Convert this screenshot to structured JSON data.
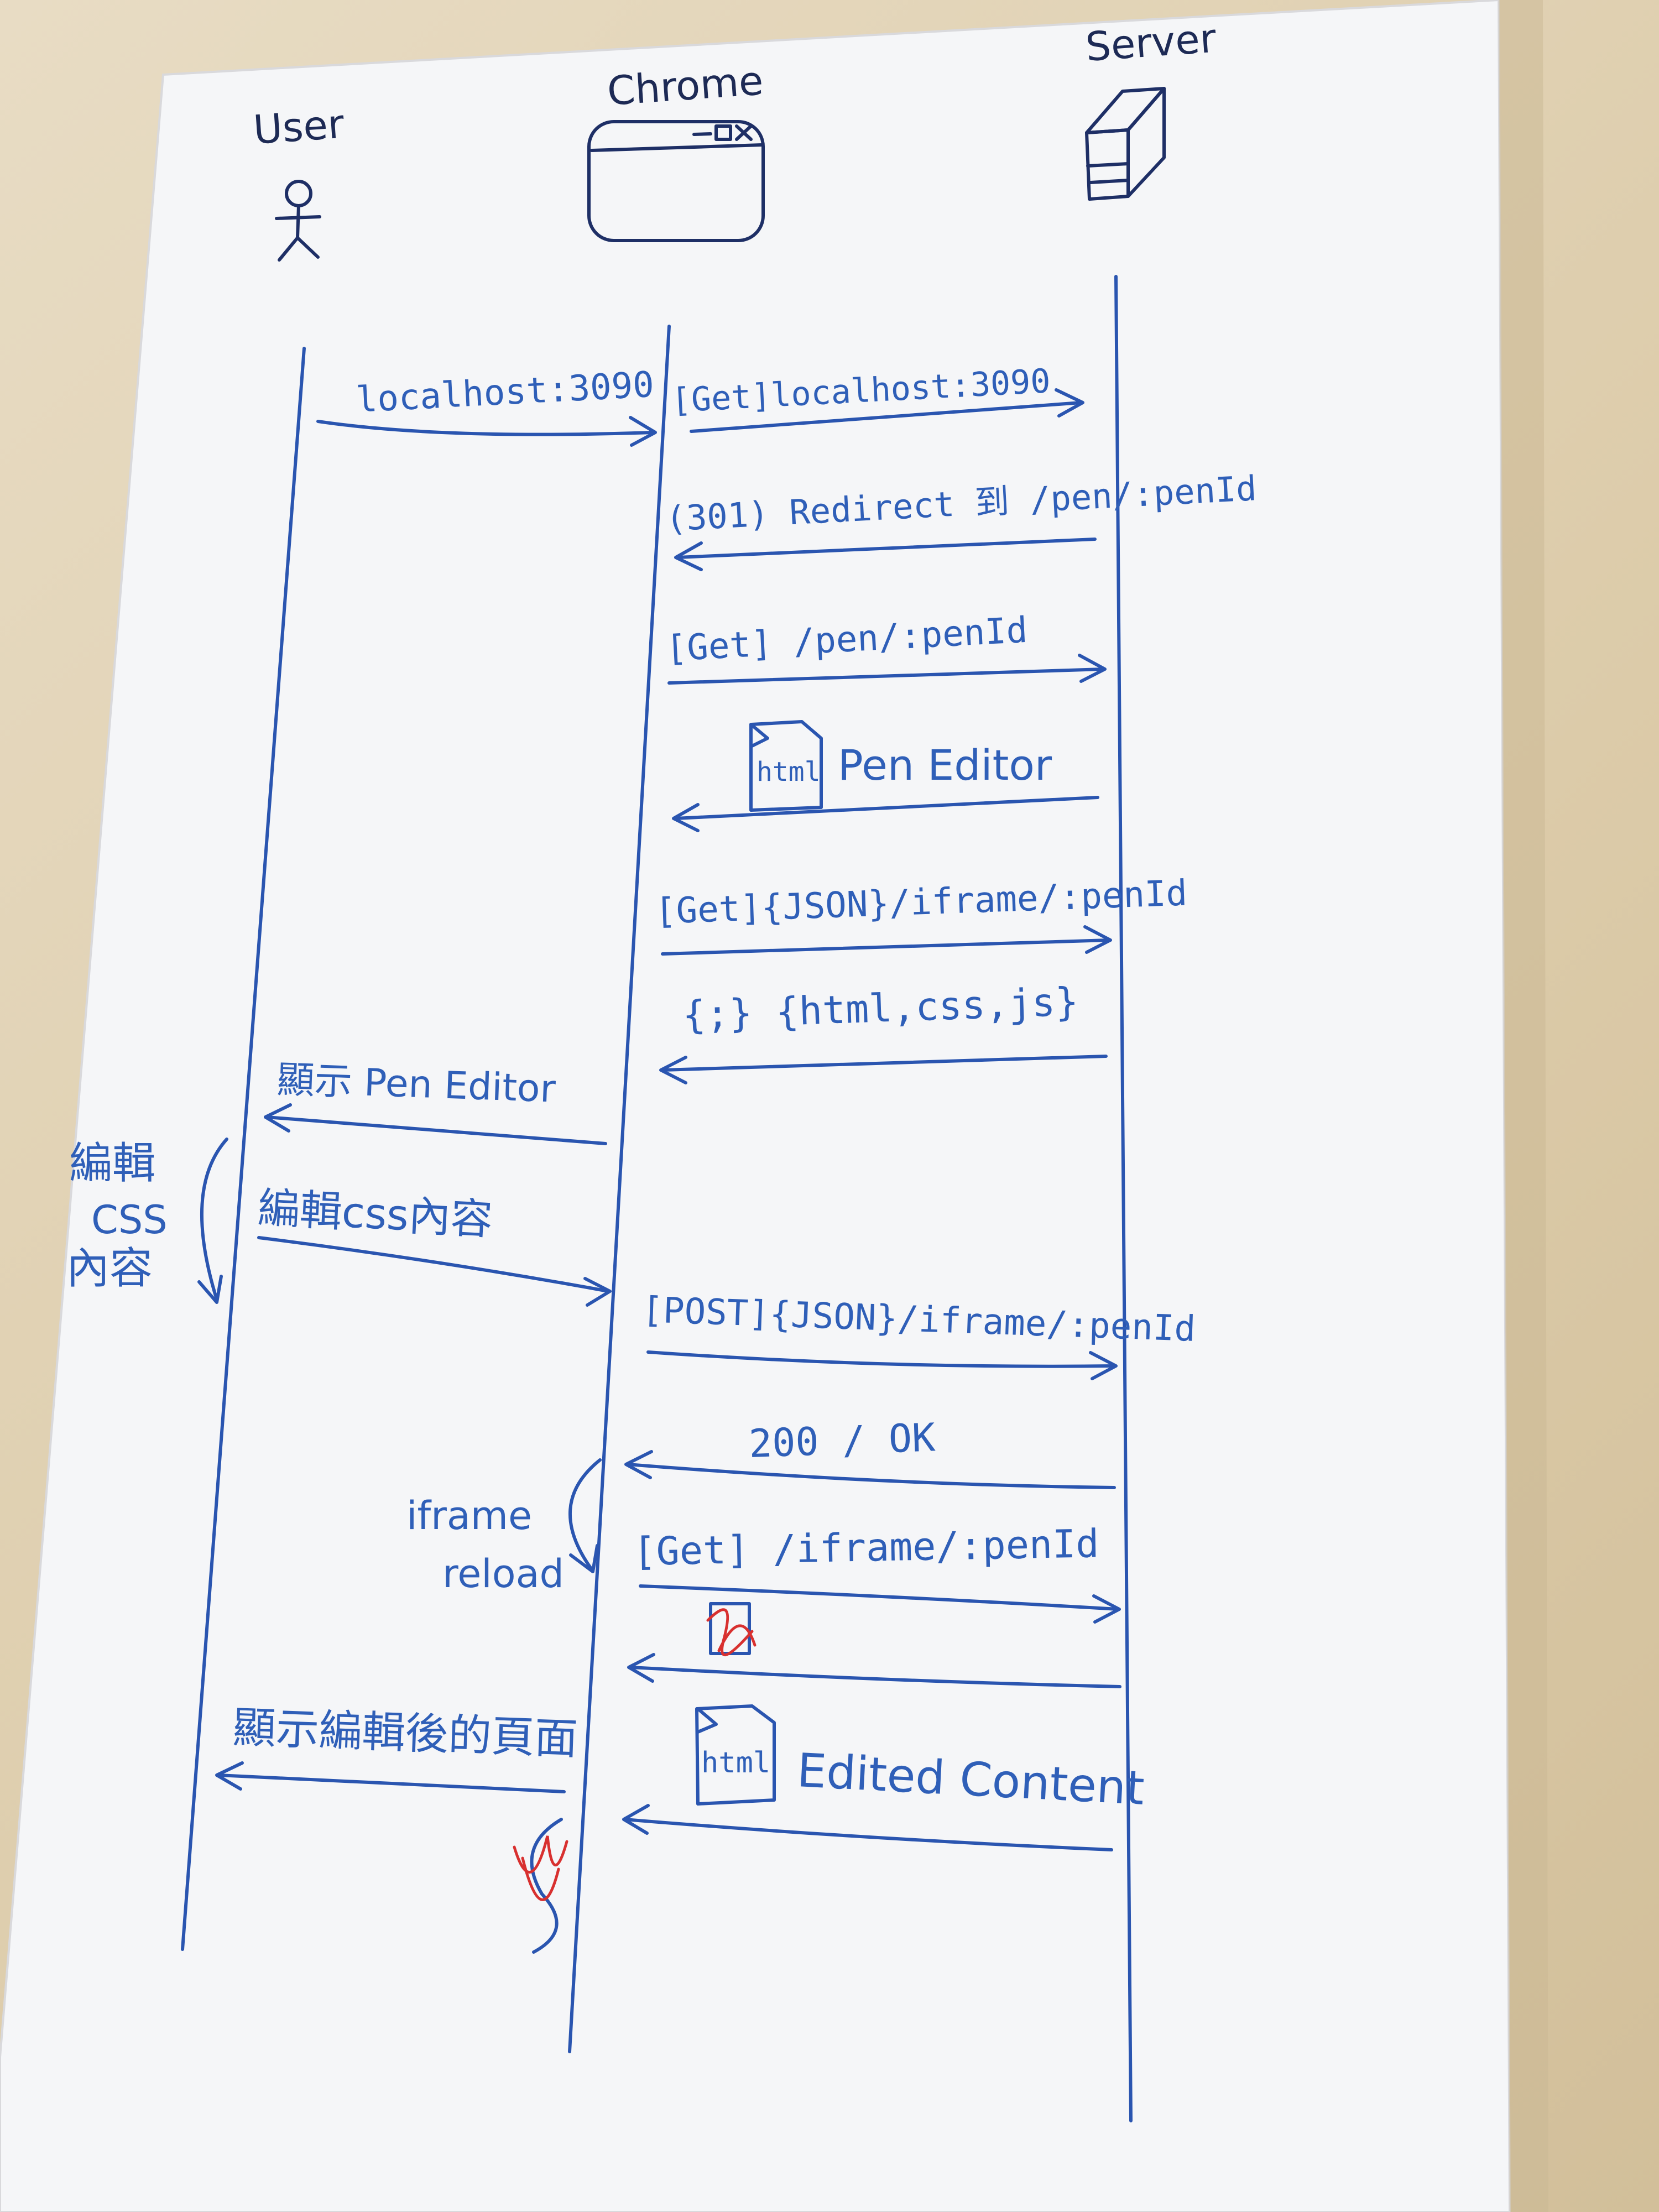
{
  "actors": {
    "user": "User",
    "chrome": "Chrome",
    "server": "Server"
  },
  "messages": [
    {
      "id": "m1",
      "text": "localhost:3090"
    },
    {
      "id": "m2",
      "text": "[Get]localhost:3090"
    },
    {
      "id": "m3",
      "text": "(301) Redirect 到 /pen/:penId"
    },
    {
      "id": "m4",
      "text": "[Get]  /pen/:penId"
    },
    {
      "id": "m5",
      "text": "Pen Editor"
    },
    {
      "id": "m6",
      "text": "[Get]{JSON}/iframe/:penId"
    },
    {
      "id": "m7",
      "text": "{;} {html,css,js}"
    },
    {
      "id": "m8",
      "text": "顯示 Pen Editor"
    },
    {
      "id": "m9",
      "text": "編輯css內容"
    },
    {
      "id": "m10",
      "text": "[POST]{JSON}/iframe/:penId"
    },
    {
      "id": "m11",
      "text": "200 / OK"
    },
    {
      "id": "m12",
      "text": "[Get]  /iframe/:penId"
    },
    {
      "id": "m13",
      "text": "顯示編輯後的頁面"
    },
    {
      "id": "m14",
      "text": "Edited Content"
    }
  ],
  "notes": {
    "edit_css_line1": "編輯",
    "edit_css_line2": "CSS",
    "edit_css_line3": "內容",
    "iframe_reload_line1": "iframe",
    "iframe_reload_line2": "reload"
  },
  "file_icon_label": "html",
  "colors": {
    "ink": "#2f5fb8",
    "dark_ink": "#1d2a55",
    "correction": "#d8302f",
    "paper": "#f6f7f9",
    "desk": "#e2d4ba"
  }
}
